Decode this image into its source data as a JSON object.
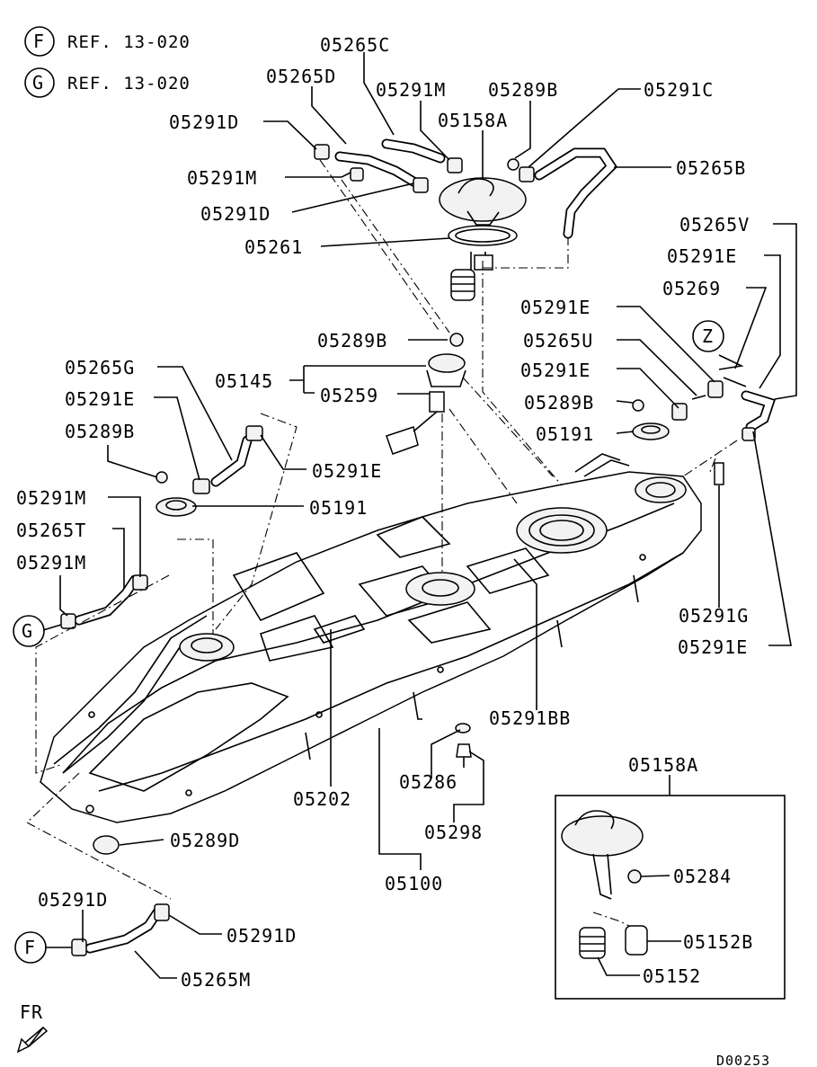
{
  "refs": [
    {
      "letter": "F",
      "text": "REF. 13-020"
    },
    {
      "letter": "G",
      "text": "REF. 13-020"
    }
  ],
  "callouts": {
    "g": "G",
    "f": "F",
    "z": "Z"
  },
  "labels": {
    "p05265C": "05265C",
    "p05265D": "05265D",
    "p05291M_top": "05291M",
    "p05289B_top": "05289B",
    "p05291C": "05291C",
    "p05158A": "05158A",
    "p05291D_a": "05291D",
    "p05291M_b": "05291M",
    "p05291D_b": "05291D",
    "p05265B": "05265B",
    "p05261": "05261",
    "p05265V": "05265V",
    "p05291E_a": "05291E",
    "p05269": "05269",
    "p05291E_b": "05291E",
    "p05289B_mid": "05289B",
    "p05265U": "05265U",
    "p05145": "05145",
    "p05259": "05259",
    "p05265G": "05265G",
    "p05291E_c": "05291E",
    "p05289B_c": "05289B",
    "p05291E_d": "05291E",
    "p05289B_right": "05289B",
    "p05191_right": "05191",
    "p05291E_e": "05291E",
    "p05191_left": "05191",
    "p05291M_c": "05291M",
    "p05265T": "05265T",
    "p05291M_d": "05291M",
    "p05291G": "05291G",
    "p05291E_f": "05291E",
    "p05291BB": "05291BB",
    "p05158A_box": "05158A",
    "p05286": "05286",
    "p05202": "05202",
    "p05298": "05298",
    "p05289D": "05289D",
    "p05284": "05284",
    "p05100": "05100",
    "p05291D_c": "05291D",
    "p05291D_d": "05291D",
    "p05152B": "05152B",
    "p05265M": "05265M",
    "p05152": "05152"
  },
  "fr": "FR",
  "diagram_id": "D00253"
}
